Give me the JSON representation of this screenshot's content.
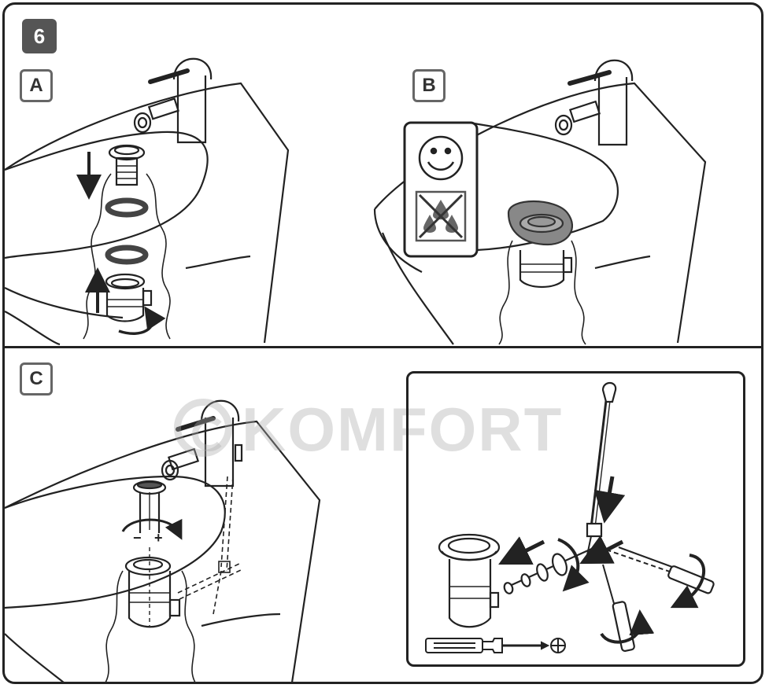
{
  "step_number": "6",
  "panels": {
    "a": {
      "label": "A"
    },
    "b": {
      "label": "B"
    },
    "c": {
      "label": "C"
    }
  },
  "adjust_signs": {
    "minus": "−",
    "plus": "+"
  },
  "watermark": "KOMFORT",
  "icons": [
    "smiley-icon",
    "no-water-drops-icon",
    "phillips-screwdriver-icon",
    "rotate-arrow-icon",
    "direction-arrow-icon"
  ]
}
